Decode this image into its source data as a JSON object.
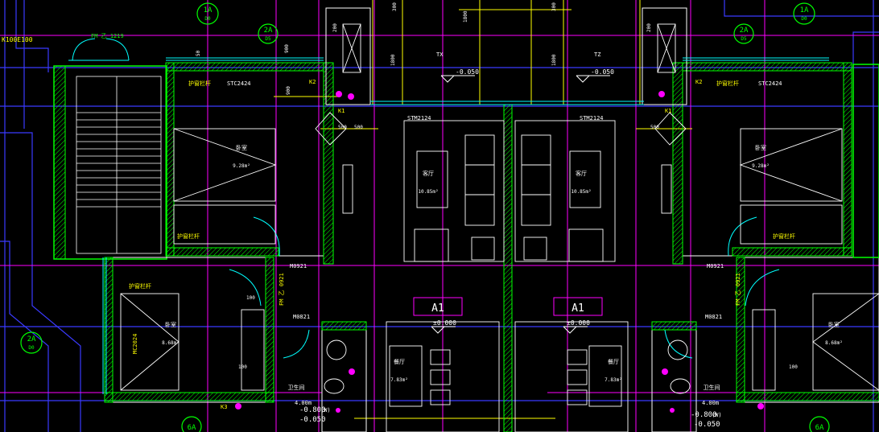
{
  "drawing": {
    "colors": {
      "background": "#000000",
      "axis": "#3a3aff",
      "wall": "#00ff00",
      "wall_outline": "#ffffff",
      "magenta": "#ff00ff",
      "yellow": "#ffff00",
      "cyan": "#00ffff",
      "white": "#ffffff",
      "red": "#ff3030"
    },
    "grid_bubbles": {
      "top_left": {
        "main": "1A",
        "sub": "D0"
      },
      "top_left_2": {
        "main": "2A",
        "sub": "D5"
      },
      "top_right": {
        "main": "1A",
        "sub": "D0"
      },
      "top_right_2": {
        "main": "2A",
        "sub": "D5"
      },
      "mid_left": {
        "main": "2A",
        "sub": "D0"
      },
      "bottom_left": {
        "main": "6A",
        "sub": ""
      },
      "bottom_right": {
        "main": "6A",
        "sub": ""
      }
    },
    "unit_tags": {
      "left": "A1",
      "right": "A1"
    },
    "labels": {
      "kdoor": "K100E100",
      "fm_left": "FM 乙 1219",
      "stc_left": "STC2424",
      "stc_right": "STC2424",
      "stm_left": "STM2124",
      "stm_right": "STM2124",
      "tx_left": "TX",
      "tx_right": "TZ",
      "elev_top_left": "-0.050",
      "elev_top_right": "-0.050",
      "level_left": "±0.000",
      "level_right": "±0.000",
      "m0921_left": "M0921",
      "m0921_right": "M0921",
      "m0821_left": "M0821",
      "m0821_right": "M0821",
      "fm_vert_left": "FM 乙 0921",
      "fm_vert_right": "FM 乙 0921",
      "mc_vert": "MC2024",
      "rail_1": "护窗栏杆",
      "rail_2": "护窗栏杆",
      "rail_3": "护窗栏杆",
      "rail_4": "护窗栏杆",
      "rail_5": "护窗栏杆",
      "k2_left": "K2",
      "k2_right": "K2",
      "k1_left": "K1",
      "k1_right": "K1",
      "k3_left": "K3",
      "bottom_elev_left_1": "-0.800",
      "bottom_elev_left_note": "(W)",
      "bottom_elev_left_2": "-0.050",
      "bottom_elev_right_1": "-0.800",
      "bottom_elev_right_note": "(W)",
      "bottom_elev_right_2": "-0.050",
      "area_left_bath": "4.00m",
      "area_right_bath": "4.00m"
    },
    "dims": {
      "d_200_a": "200",
      "d_200_b": "200",
      "d_300_a": "300",
      "d_300_b": "300",
      "d_1800_a": "1800",
      "d_1800_b": "1800",
      "d_1800_c": "1800",
      "d_900_a": "900",
      "d_900_b": "900",
      "d_50": "50",
      "d_500_a": "500",
      "d_500_b": "500",
      "d_500_c": "500",
      "d_100_a": "100",
      "d_100_b": "100",
      "d_100_c": "100"
    },
    "rooms": [
      {
        "key": "bed_left",
        "name": "卧室",
        "area": "9.28m²"
      },
      {
        "key": "bed_right",
        "name": "卧室",
        "area": "9.28m²"
      },
      {
        "key": "living_left",
        "name": "客厅",
        "area": "10.85m²"
      },
      {
        "key": "living_right",
        "name": "客厅",
        "area": "10.85m²"
      },
      {
        "key": "dining_left",
        "name": "餐厅",
        "area": "7.83m²"
      },
      {
        "key": "dining_right",
        "name": "餐厅",
        "area": "7.83m²"
      },
      {
        "key": "bed2_left",
        "name": "卧室",
        "area": "8.68m²"
      },
      {
        "key": "bed2_right",
        "name": "卧室",
        "area": "8.68m²"
      },
      {
        "key": "bath_left",
        "name": "卫生间",
        "area": ""
      },
      {
        "key": "bath_right",
        "name": "卫生间",
        "area": ""
      }
    ]
  }
}
